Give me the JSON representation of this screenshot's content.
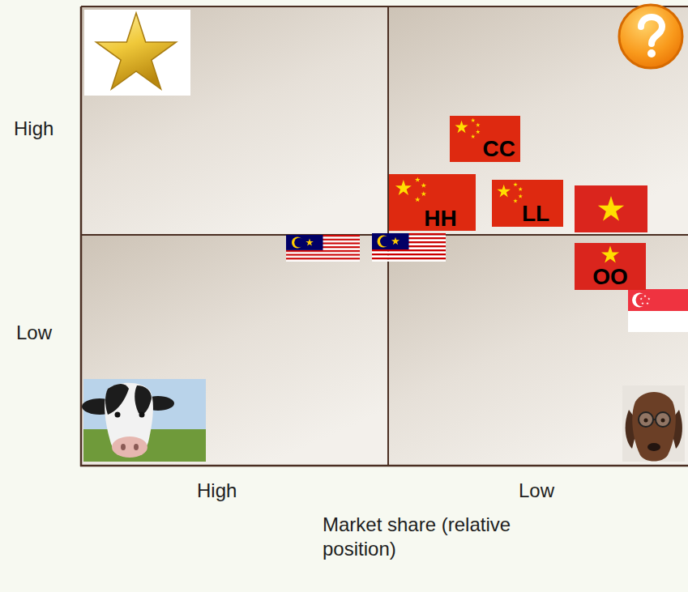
{
  "diagram": {
    "nodes": [
      {
        "text": [
          "CC"
        ]
      },
      {
        "text": [
          "HH"
        ]
      },
      {
        "text": [
          "LL"
        ]
      },
      {
        "text": [
          "OO"
        ]
      }
    ],
    "labels": [
      "High",
      "Low",
      "High",
      "Low",
      "Market share (relative position)"
    ]
  }
}
